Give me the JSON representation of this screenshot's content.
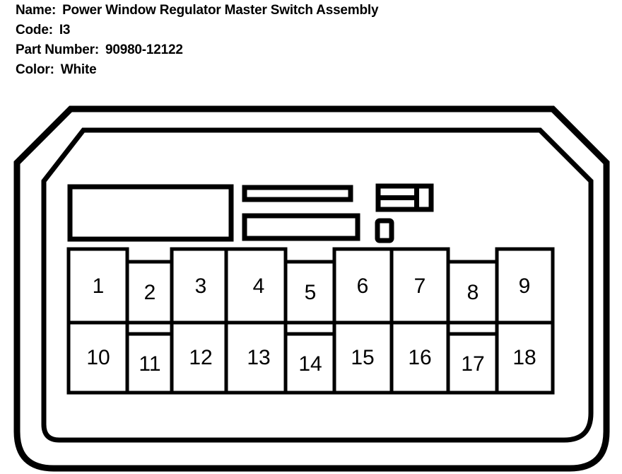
{
  "spec": {
    "rows": [
      {
        "label": "Name:",
        "value": "Power Window Regulator Master Switch Assembly"
      },
      {
        "label": "Code:",
        "value": "I3"
      },
      {
        "label": "Part Number:",
        "value": "90980-12122"
      },
      {
        "label": "Color:",
        "value": "White"
      }
    ]
  },
  "connector": {
    "title": "18-way connector pinout diagram",
    "colors": {
      "line": "#000000",
      "fill": "#ffffff",
      "background": "#ffffff"
    },
    "pin_count": 18,
    "rows": 2,
    "columns": 9,
    "top_row_pins": [
      "1",
      "2",
      "3",
      "4",
      "5",
      "6",
      "7",
      "8",
      "9"
    ],
    "bottom_row_pins": [
      "10",
      "11",
      "12",
      "13",
      "14",
      "15",
      "16",
      "17",
      "18"
    ],
    "wide_columns": [
      1,
      3,
      4,
      6,
      7,
      9
    ],
    "narrow_columns": [
      2,
      5,
      8
    ],
    "keying_details": [
      {
        "name": "large-rect-detail",
        "shape": "rectangle"
      },
      {
        "name": "upper-slot-detail",
        "shape": "bar"
      },
      {
        "name": "lower-slot-detail",
        "shape": "bar"
      },
      {
        "name": "double-bar-detail",
        "shape": "compound"
      },
      {
        "name": "small-vertical-slot-detail",
        "shape": "slot"
      }
    ]
  }
}
